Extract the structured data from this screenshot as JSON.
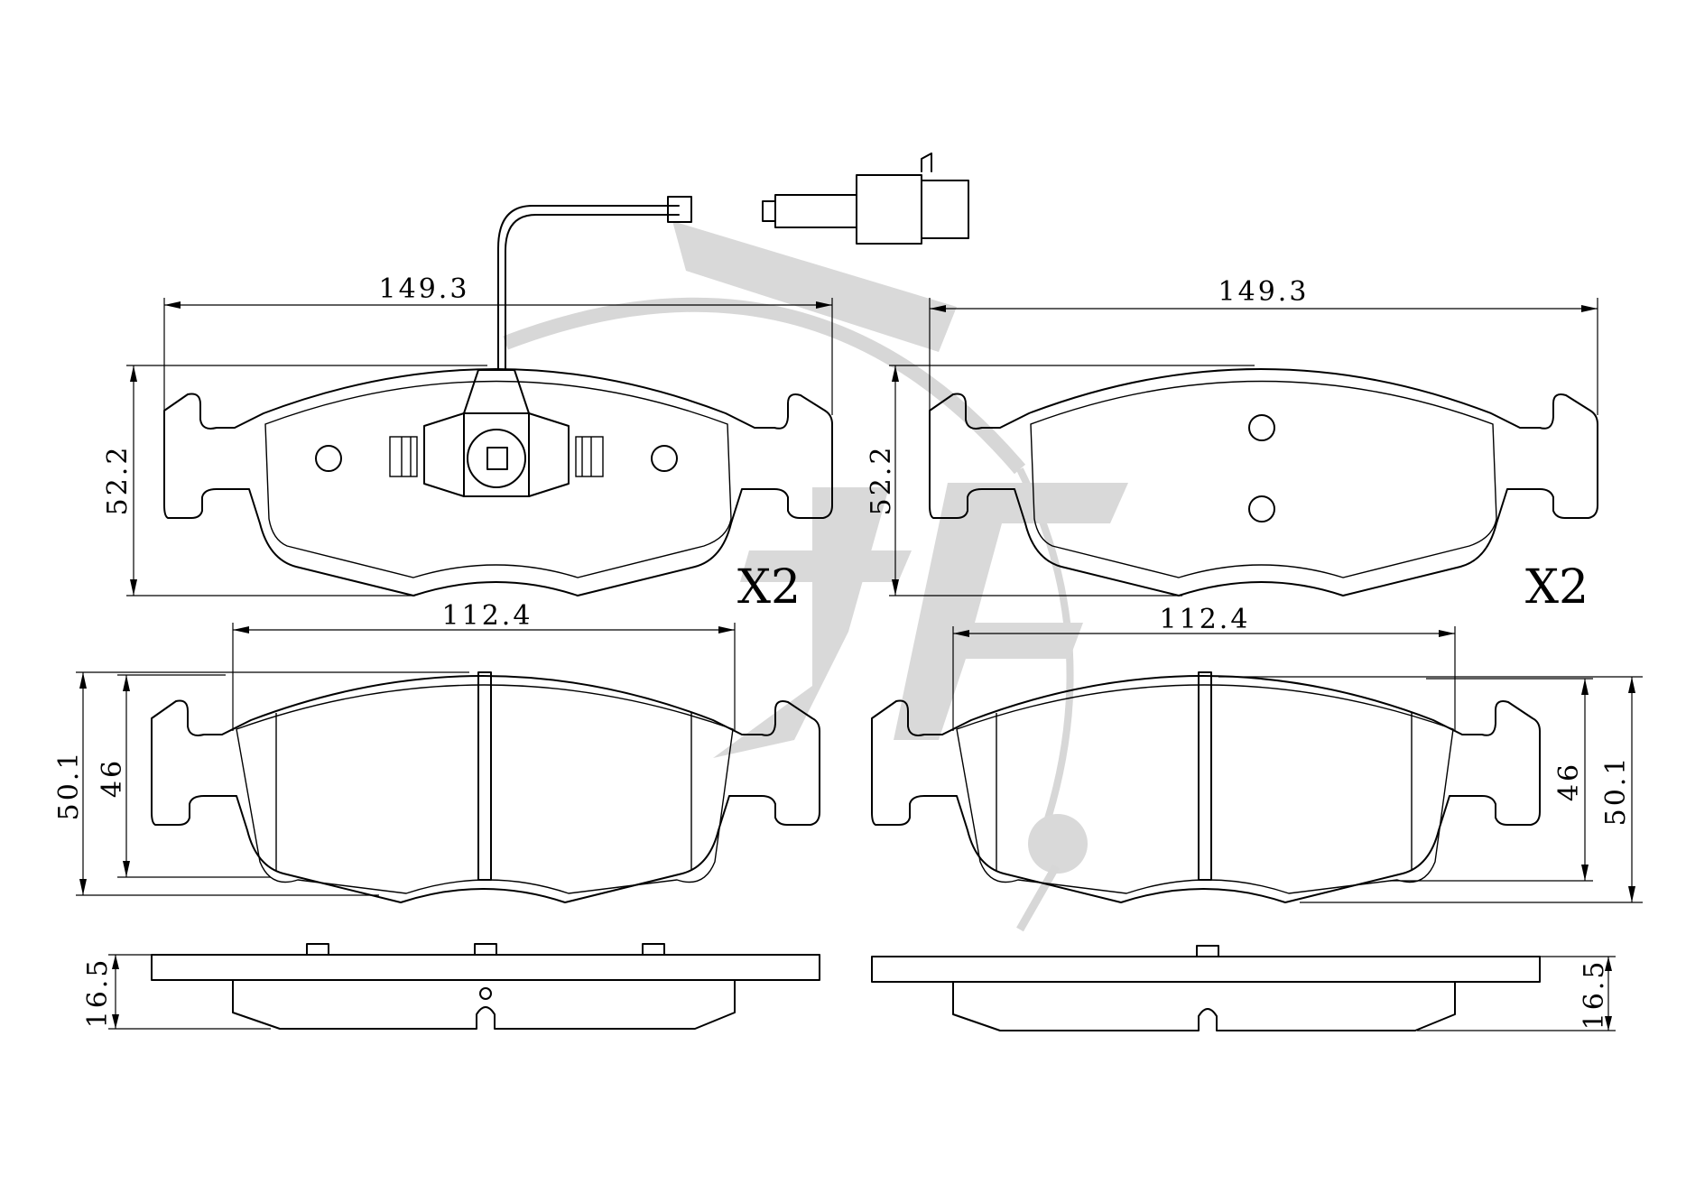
{
  "colors": {
    "line": "#000000",
    "watermark": "#d9d9d9",
    "background": "#ffffff"
  },
  "views": {
    "pad_a_back": {
      "width_dim": "149.3",
      "height_dim": "52.2",
      "quantity": "X2"
    },
    "pad_b_back": {
      "width_dim": "149.3",
      "height_dim": "52.2",
      "quantity": "X2"
    },
    "pad_a_front": {
      "width_dim": "112.4",
      "outer_height_dim": "50.1",
      "inner_height_dim": "46"
    },
    "pad_b_front": {
      "width_dim": "112.4",
      "outer_height_dim": "50.1",
      "inner_height_dim": "46"
    },
    "pad_a_side": {
      "thickness_dim": "16.5"
    },
    "pad_b_side": {
      "thickness_dim": "16.5"
    }
  },
  "icons": {
    "watermark": "brand-logo-watermark",
    "sensor": "wear-sensor-connector-icon"
  }
}
